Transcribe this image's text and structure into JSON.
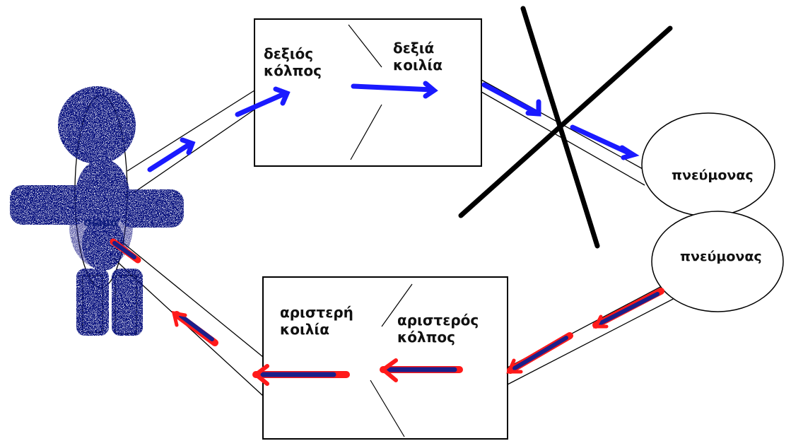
{
  "labels": {
    "right_atrium": {
      "line1": "δεξιός",
      "line2": "κόλπος"
    },
    "right_ventricle": {
      "line1": "δεξιά",
      "line2": "κοιλία"
    },
    "lung_top": "πνεύμονας",
    "lung_bottom": "πνεύμονας",
    "left_ventricle": {
      "line1": "αριστερή",
      "line2": "κοιλία"
    },
    "left_atrium": {
      "line1": "αριστερός",
      "line2": "κόλπος"
    },
    "body": "σώμα"
  },
  "colors": {
    "deoxygenated_arrow": "#1a1aff",
    "oxygenated_arrow_fill": "#1b1f8a",
    "oxygenated_arrow_edge": "#ff1a1a",
    "body_figure": "#0d1680",
    "cross": "#000000",
    "outline": "#000000"
  }
}
